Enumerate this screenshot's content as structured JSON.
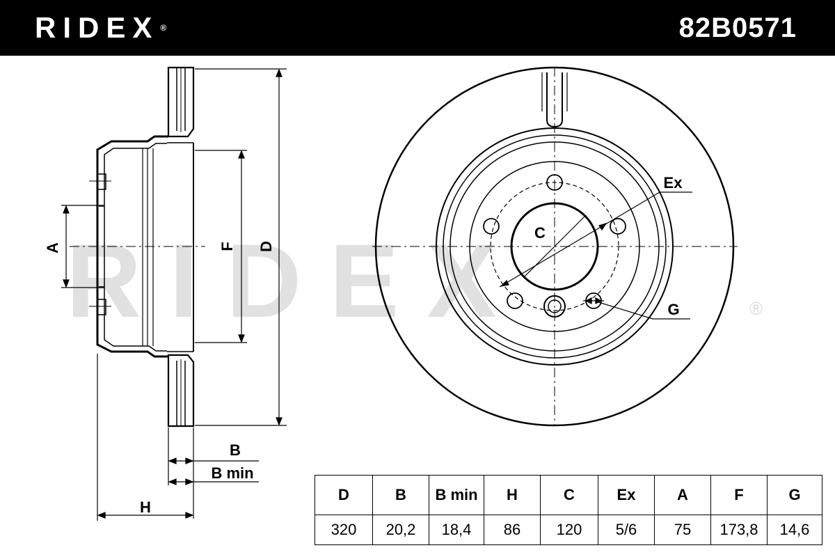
{
  "header": {
    "brand": "RIDEX",
    "registered": "®",
    "part_number": "82B0571"
  },
  "watermark": {
    "text": "RIDEX",
    "registered": "®"
  },
  "labels": {
    "a": "A",
    "f": "F",
    "d": "D",
    "b": "B",
    "b_min": "B min",
    "h": "H",
    "c": "C",
    "ex": "Ex",
    "g": "G"
  },
  "spec_table": {
    "headers": [
      "D",
      "B",
      "B min",
      "H",
      "C",
      "Ex",
      "A",
      "F",
      "G"
    ],
    "values": [
      "320",
      "20,2",
      "18,4",
      "86",
      "120",
      "5/6",
      "75",
      "173,8",
      "14,6"
    ]
  },
  "colors": {
    "header_bg": "#000000",
    "header_text": "#ffffff",
    "line": "#000000",
    "watermark": "#d9d9d9"
  }
}
